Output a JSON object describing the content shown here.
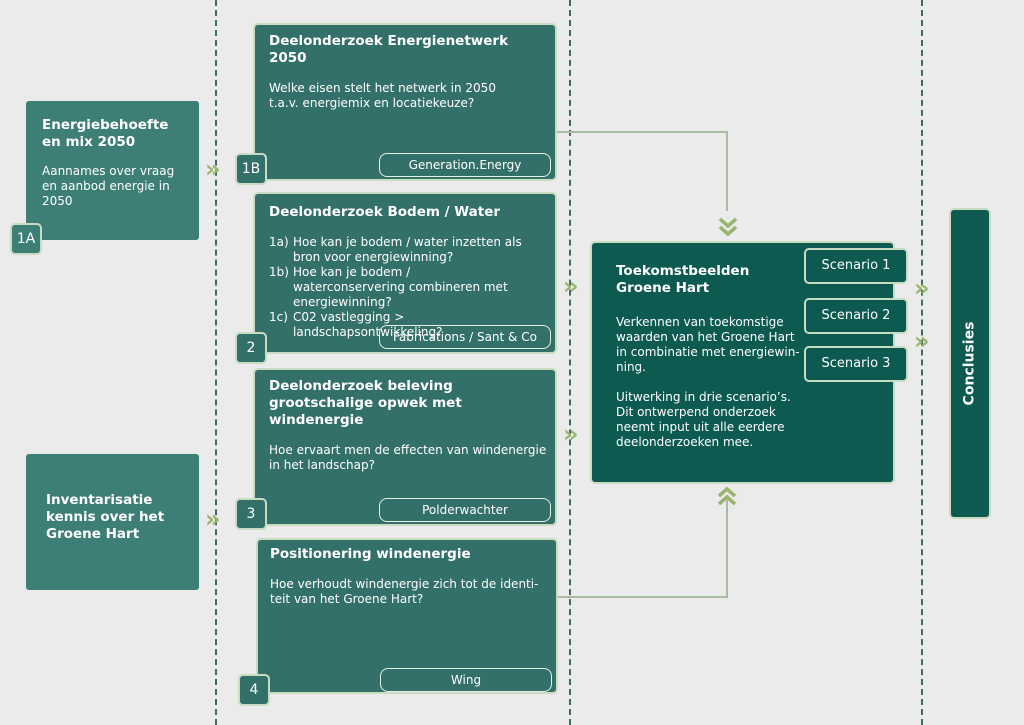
{
  "nodes": {
    "n1a": {
      "title": "Energiebehoefte en mix 2050",
      "body": "Aannames over vraag en aanbod energie in 2050",
      "num": "1A"
    },
    "n1b": {
      "title": "Deelonderzoek Energienetwerk 2050",
      "body": "Welke eisen stelt het netwerk in 2050 t.a.v. energiemix en locatiekeuze?",
      "tag": "Generation.Energy",
      "num": "1B"
    },
    "n2": {
      "title": "Deelonderzoek Bodem / Water",
      "questions": [
        {
          "key": "1a)",
          "text": "Hoe kan je bodem / water inzetten als bron voor energiewinning?"
        },
        {
          "key": "1b)",
          "text": "Hoe kan je bodem / waterconservering combineren met energiewinning?"
        },
        {
          "key": "1c)",
          "text": "C02 vastlegging > landschapsontwikkeling?"
        }
      ],
      "tag": "Fabrications / Sant & Co",
      "num": "2"
    },
    "n3": {
      "title": "Deelonderzoek beleving grootschalige opwek met windenergie",
      "body": "Hoe ervaart men de effecten van windenergie in het landschap?",
      "tag": "Polderwachter",
      "num": "3"
    },
    "n4": {
      "title": "Positionering windenergie",
      "body": "Hoe verhoudt windenergie zich tot de identi-teit van het Groene Hart?",
      "tag": "Wing",
      "num": "4"
    },
    "inv": {
      "title": "Inventarisatie kennis over het Groene Hart"
    },
    "toek": {
      "title": "Toekomstbeelden Groene Hart",
      "body1": "Verkennen van toekomstige waarden van het Groene Hart in combinatie met energiewin-ning.",
      "body2": "Uitwerking in drie scenario’s. Dit ontwerpend onderzoek neemt input uit alle eerdere deelonderzoeken mee."
    },
    "scenarios": [
      "Scenario 1",
      "Scenario 2",
      "Scenario 3"
    ],
    "concl": {
      "title": "Conclusies"
    }
  },
  "colors": {
    "box": "#33706a",
    "box_dark": "#0d5a51",
    "side": "#3d7f76",
    "border": "#c8dcc2",
    "arrow": "#9ab56e",
    "background": "#ebebeb"
  }
}
